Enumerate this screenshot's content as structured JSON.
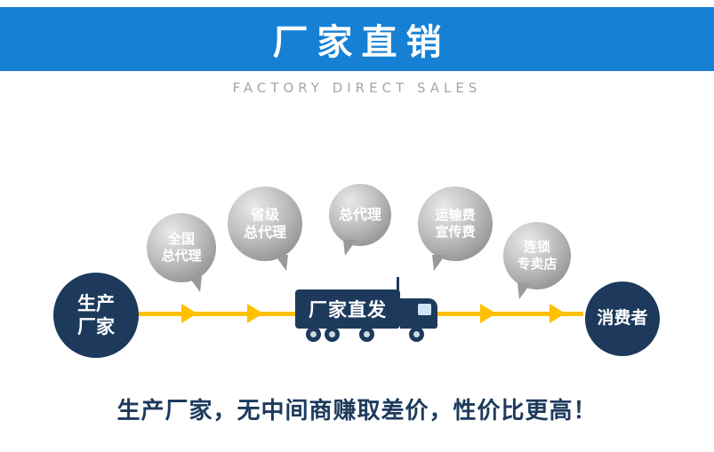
{
  "banner": {
    "title": "厂家直销",
    "subtitle": "FACTORY DIRECT SALES"
  },
  "diagram": {
    "producer": {
      "lines": [
        "生产",
        "厂家"
      ]
    },
    "middlemen": [
      {
        "lines": [
          "全国",
          "总代理"
        ]
      },
      {
        "lines": [
          "省级",
          "总代理"
        ]
      },
      {
        "lines": [
          "总代理"
        ]
      },
      {
        "lines": [
          "运输费",
          "宣传费"
        ]
      },
      {
        "lines": [
          "连锁",
          "专卖店"
        ]
      }
    ],
    "truck": {
      "label": "厂家直发"
    },
    "consumer": {
      "label": "消费者"
    }
  },
  "footer": {
    "text": "生产厂家，无中间商赚取差价，性价比更高！"
  },
  "colors": {
    "banner_blue": "#1580d4",
    "navy": "#1d3a5c",
    "arrow_yellow": "#ffc000",
    "bubble_gray": "#9a9a9a",
    "subtitle_gray": "#a6a6a6"
  }
}
